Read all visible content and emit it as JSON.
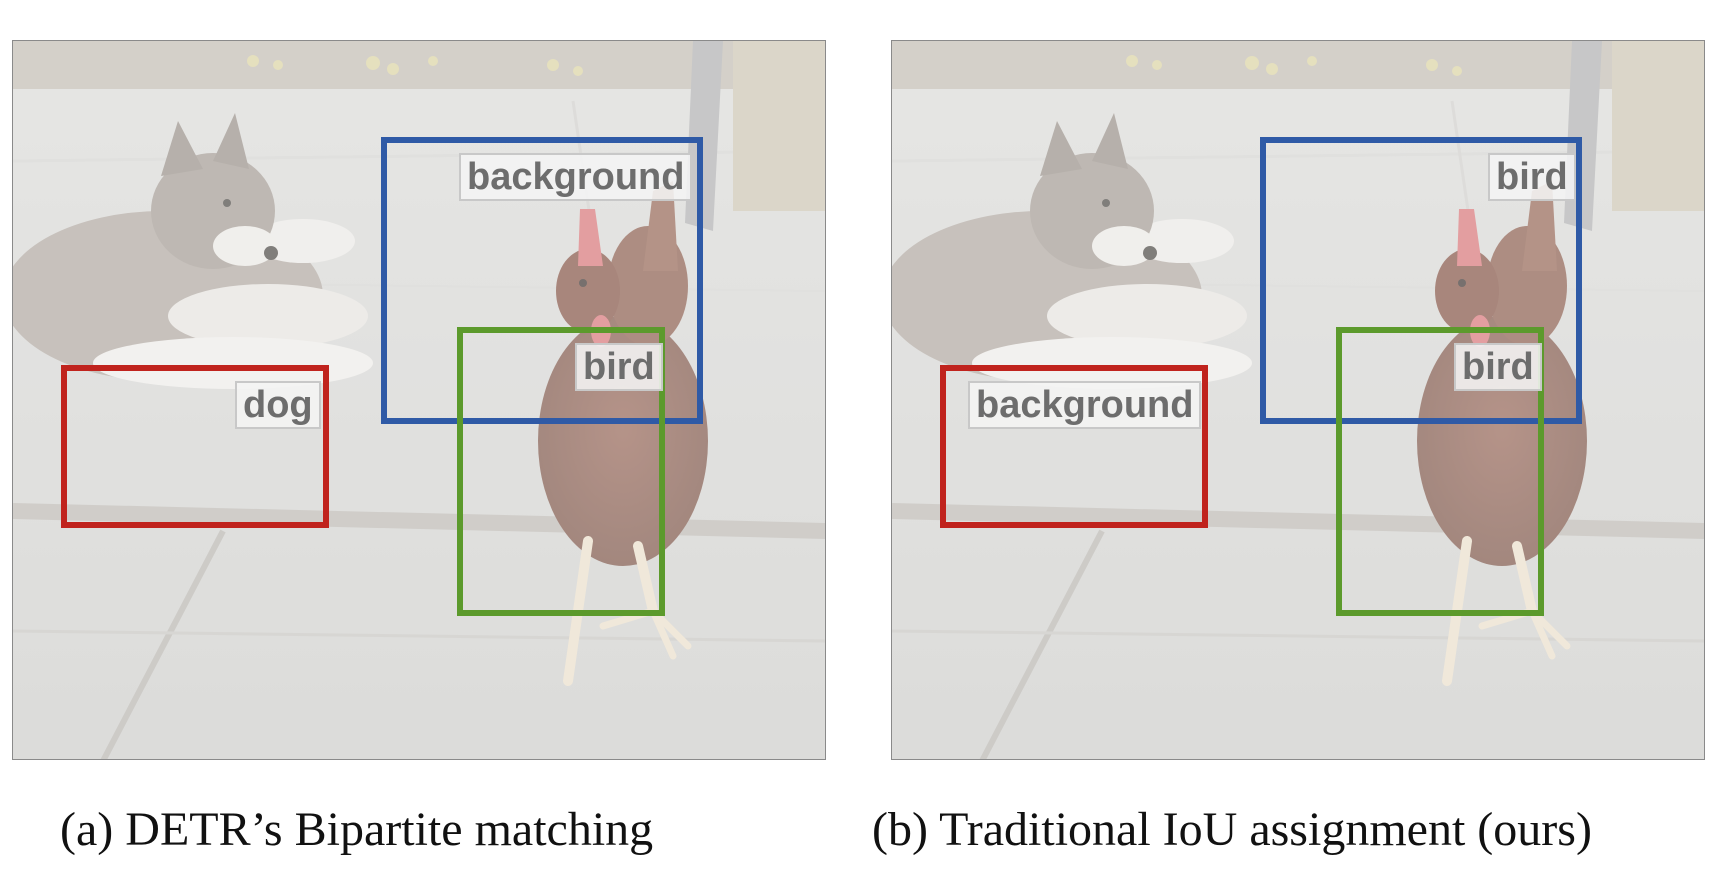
{
  "panels": [
    {
      "caption": "(a) DETR’s Bipartite matching",
      "boxes": [
        {
          "color": "red",
          "label": "dog"
        },
        {
          "color": "blue",
          "label": "background"
        },
        {
          "color": "green",
          "label": "bird"
        }
      ]
    },
    {
      "caption": "(b) Traditional IoU assignment (ours)",
      "boxes": [
        {
          "color": "red",
          "label": "background"
        },
        {
          "color": "blue",
          "label": "bird"
        },
        {
          "color": "green",
          "label": "bird"
        }
      ]
    }
  ],
  "colors": {
    "red_box": "#c0231d",
    "blue_box": "#2f5aa6",
    "green_box": "#5c9a2c",
    "label_text": "#6d6d6d",
    "caption_text": "#111111"
  }
}
